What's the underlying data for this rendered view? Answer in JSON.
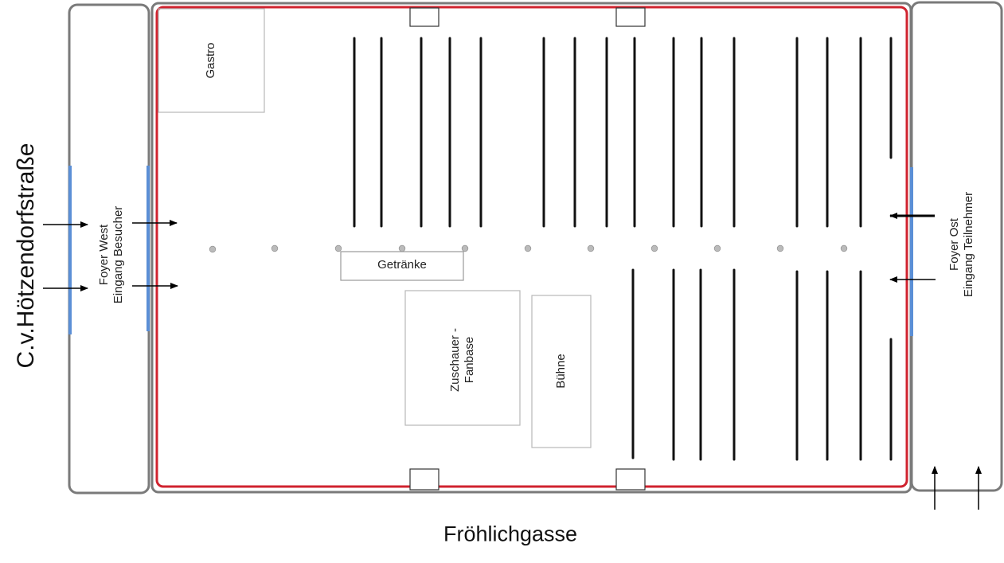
{
  "streets": {
    "west": "C.v.Hötzendorfstraße",
    "south": "Fröhlichgasse"
  },
  "foyers": {
    "west": {
      "line1": "Foyer West",
      "line2": "Eingang Besucher"
    },
    "east": {
      "line1": "Foyer Ost",
      "line2": "Eingang Teilnehmer"
    }
  },
  "areas": {
    "gastro": "Gastro",
    "getraenke": "Getränke",
    "fanbase_line1": "Zuschauer -",
    "fanbase_line2": "Fanbase",
    "buehne": "Bühne"
  },
  "colors": {
    "hall_border": "#d0232f",
    "foyer_border": "#7a7a7a",
    "door": "#5b8fd6",
    "table": "#111111",
    "column_dot": "#bbbbbb",
    "box_border": "#b8b8b8"
  }
}
